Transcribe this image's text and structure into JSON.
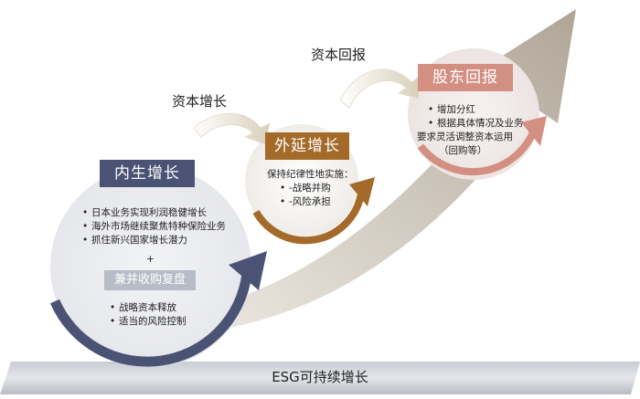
{
  "arrows": {
    "capital_growth": "资本增长",
    "capital_return": "资本回报"
  },
  "organic": {
    "title": "内生增长",
    "items": [
      "日本业务实现利润稳健增长",
      "海外市场继续聚焦特种保险业务",
      "抓住新兴国家增长潜力"
    ],
    "plus": "+",
    "ma_title": "兼并收购复盘",
    "ma_items": [
      "战略资本释放",
      "适当的风险控制"
    ]
  },
  "external": {
    "title": "外延增长",
    "intro": "保持纪律性地实施：",
    "items": [
      "-战略并购",
      "-风险承担"
    ]
  },
  "shareholder": {
    "title": "股东回报",
    "items": [
      "增加分红",
      "根据具体情况及业务"
    ],
    "continuation": [
      "要求灵活调整资本运用",
      "（回购等）"
    ]
  },
  "footer": {
    "label": "ESG可持续增长"
  },
  "colors": {
    "organic_header": "#4b5374",
    "external_header": "#a46a2a",
    "shareholder_header": "#d28f82",
    "big_arrow": "#cfc6b8",
    "ma_box": "#b7bcc6"
  }
}
